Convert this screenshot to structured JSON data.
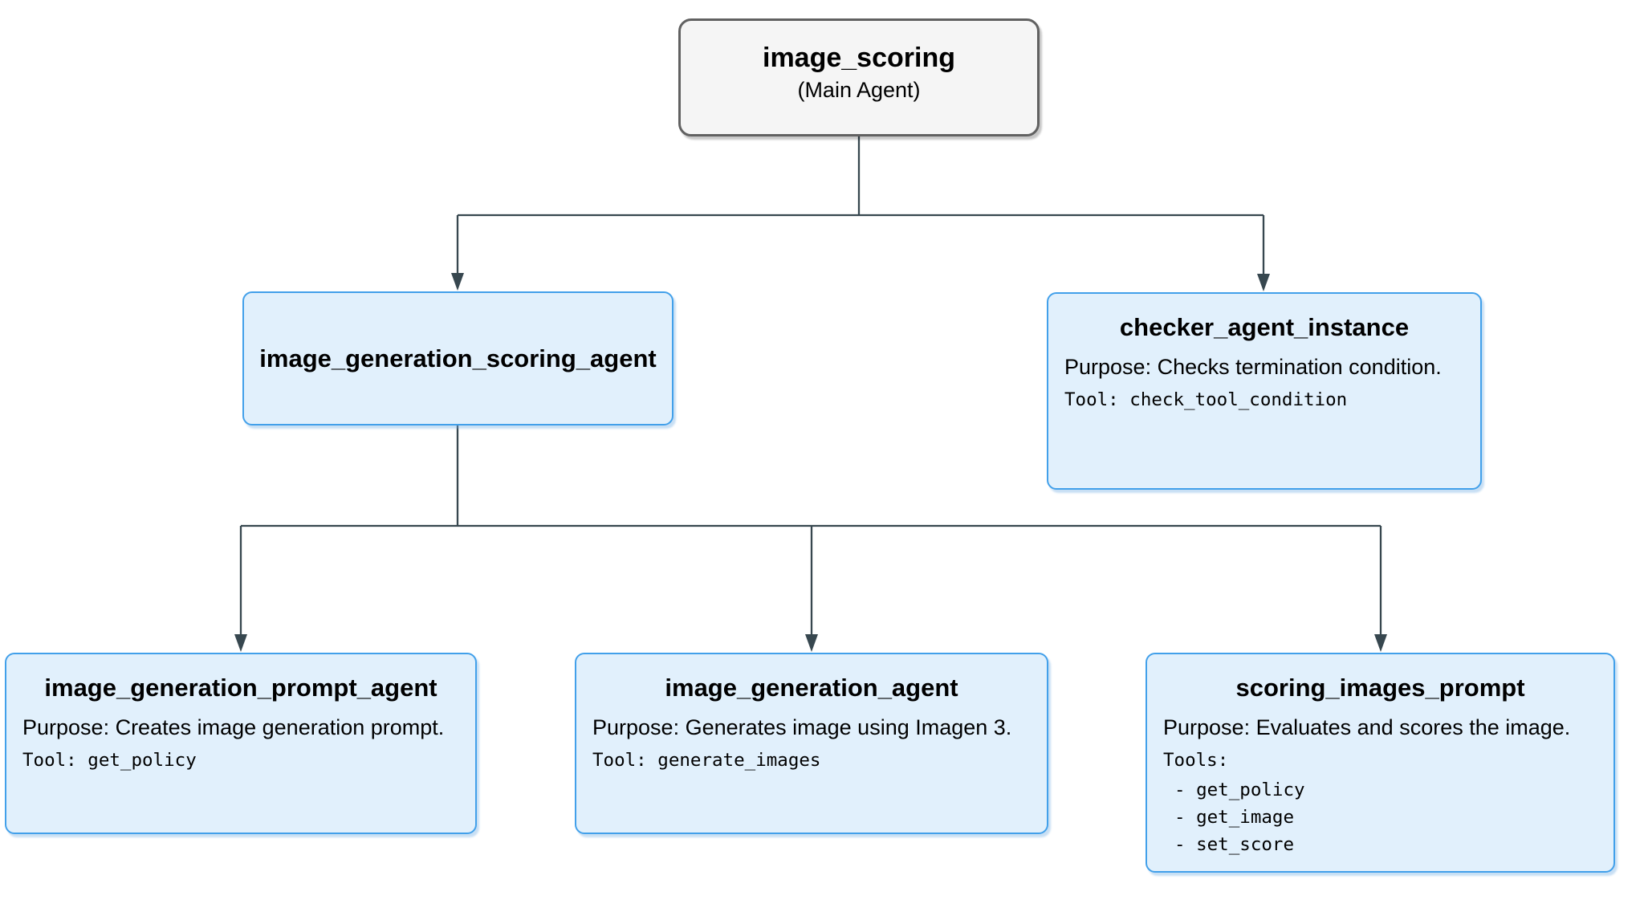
{
  "colors": {
    "node_fill": "#e1f0fc",
    "node_border": "#42a0ea",
    "main_fill": "#f5f5f5",
    "main_border": "#616161",
    "connector": "#37474f"
  },
  "nodes": {
    "image_scoring": {
      "title": "image_scoring",
      "subtitle": "(Main Agent)"
    },
    "image_generation_scoring_agent": {
      "title": "image_generation_scoring_agent"
    },
    "checker_agent_instance": {
      "title": "checker_agent_instance",
      "purpose": "Purpose: Checks termination condition.",
      "tool": "Tool: check_tool_condition"
    },
    "image_generation_prompt_agent": {
      "title": "image_generation_prompt_agent",
      "purpose": "Purpose: Creates image generation prompt.",
      "tool": "Tool: get_policy"
    },
    "image_generation_agent": {
      "title": "image_generation_agent",
      "purpose": "Purpose: Generates image using Imagen 3.",
      "tool": "Tool: generate_images"
    },
    "scoring_images_prompt": {
      "title": "scoring_images_prompt",
      "purpose": "Purpose: Evaluates and scores the image.",
      "tools_label": "Tools:",
      "tools": [
        "- get_policy",
        "- get_image",
        "- set_score"
      ]
    }
  },
  "edges": [
    {
      "from": "image_scoring",
      "to": "image_generation_scoring_agent"
    },
    {
      "from": "image_scoring",
      "to": "checker_agent_instance"
    },
    {
      "from": "image_generation_scoring_agent",
      "to": "image_generation_prompt_agent"
    },
    {
      "from": "image_generation_scoring_agent",
      "to": "image_generation_agent"
    },
    {
      "from": "image_generation_scoring_agent",
      "to": "scoring_images_prompt"
    }
  ]
}
